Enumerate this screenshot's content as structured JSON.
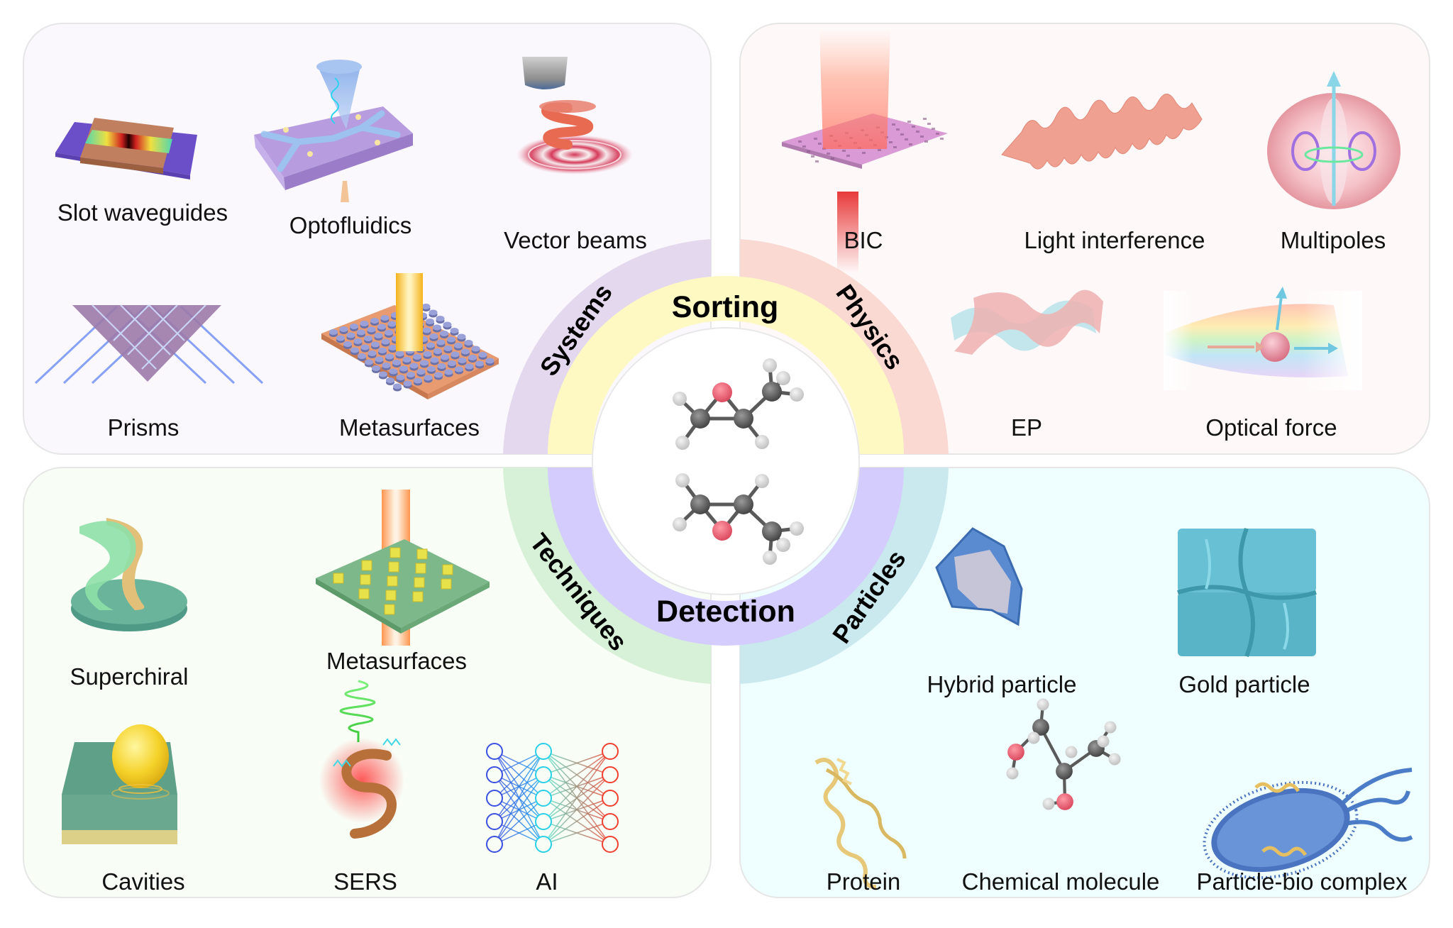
{
  "diagram": {
    "center": {
      "top_label": "Sorting",
      "bottom_label": "Detection",
      "molecules": [
        "chiral-epoxide-enantiomer-1",
        "chiral-epoxide-enantiomer-2"
      ]
    },
    "categories": {
      "systems": "Systems",
      "physics": "Physics",
      "techniques": "Techniques",
      "particles": "Particles"
    },
    "colors": {
      "systems_ring": "#e4d8ee",
      "physics_ring": "#fad9d3",
      "techniques_ring": "#d6f1d7",
      "particles_ring": "#c9e9ee",
      "sorting_ring": "#fef8c2",
      "detection_ring": "#d4ccfc",
      "systems_panel": "#faf8fd",
      "physics_panel": "#fef9f8",
      "techniques_panel": "#f8fdf5",
      "particles_panel": "#effefe"
    },
    "systems_items": [
      "Slot waveguides",
      "Optofluidics",
      "Vector beams",
      "Prisms",
      "Metasurfaces"
    ],
    "physics_items": [
      "BIC",
      "Light interference",
      "Multipoles",
      "EP",
      "Optical force"
    ],
    "techniques_items": [
      "Superchiral",
      "Metasurfaces",
      "Cavities",
      "SERS",
      "AI"
    ],
    "particles_items": [
      "Hybrid particle",
      "Gold particle",
      "Protein",
      "Chemical molecule",
      "Particle-bio complex"
    ]
  }
}
